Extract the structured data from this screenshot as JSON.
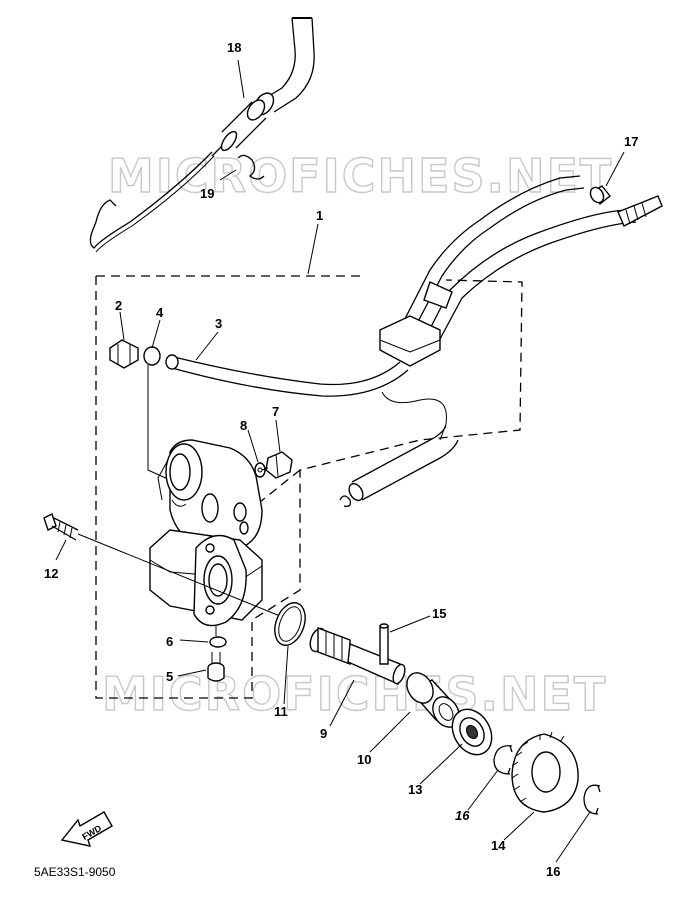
{
  "watermarks": [
    "MICROFICHES.NET",
    "MICROFICHES.NET"
  ],
  "part_labels": [
    {
      "id": "lbl-18",
      "text": "18"
    },
    {
      "id": "lbl-19",
      "text": "19"
    },
    {
      "id": "lbl-17",
      "text": "17"
    },
    {
      "id": "lbl-1",
      "text": "1"
    },
    {
      "id": "lbl-2",
      "text": "2"
    },
    {
      "id": "lbl-4",
      "text": "4"
    },
    {
      "id": "lbl-3",
      "text": "3"
    },
    {
      "id": "lbl-8",
      "text": "8"
    },
    {
      "id": "lbl-7",
      "text": "7"
    },
    {
      "id": "lbl-12",
      "text": "12"
    },
    {
      "id": "lbl-15",
      "text": "15"
    },
    {
      "id": "lbl-6",
      "text": "6"
    },
    {
      "id": "lbl-5",
      "text": "5"
    },
    {
      "id": "lbl-11",
      "text": "11"
    },
    {
      "id": "lbl-9",
      "text": "9"
    },
    {
      "id": "lbl-10",
      "text": "10"
    },
    {
      "id": "lbl-13",
      "text": "13"
    },
    {
      "id": "lbl-16a",
      "text": "16"
    },
    {
      "id": "lbl-14",
      "text": "14"
    },
    {
      "id": "lbl-16b",
      "text": "16"
    }
  ],
  "diagram_code": "5AE33S1-9050",
  "fwd_badge": "FWD"
}
